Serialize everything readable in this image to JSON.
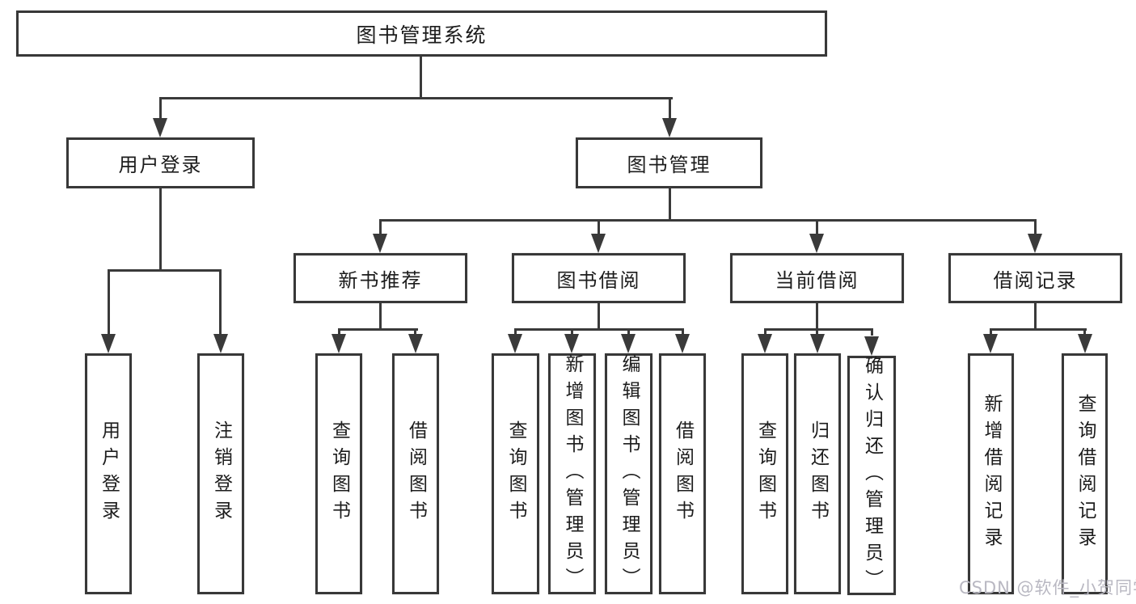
{
  "diagram": {
    "root": "图书管理系统",
    "level2": [
      "用户登录",
      "图书管理"
    ],
    "level3": [
      "新书推荐",
      "图书借阅",
      "当前借阅",
      "借阅记录"
    ],
    "leaves": {
      "user_login": [
        "用户登录",
        "注销登录"
      ],
      "new_book": [
        "查询图书",
        "借阅图书"
      ],
      "book_borrow": [
        "查询图书",
        "新增图书（管理员）",
        "编辑图书（管理员）",
        "借阅图书"
      ],
      "current_borrow": [
        "查询图书",
        "归还图书",
        "确认归还（管理员）"
      ],
      "borrow_record": [
        "新增借阅记录",
        "查询借阅记录"
      ]
    }
  },
  "watermark": "CSDN @软件_小贺同学",
  "colors": {
    "line": "#3a3a3a",
    "border": "#383838",
    "text": "#1c1c1c",
    "watermark": "#b9b8c2",
    "background": "#ffffff"
  }
}
